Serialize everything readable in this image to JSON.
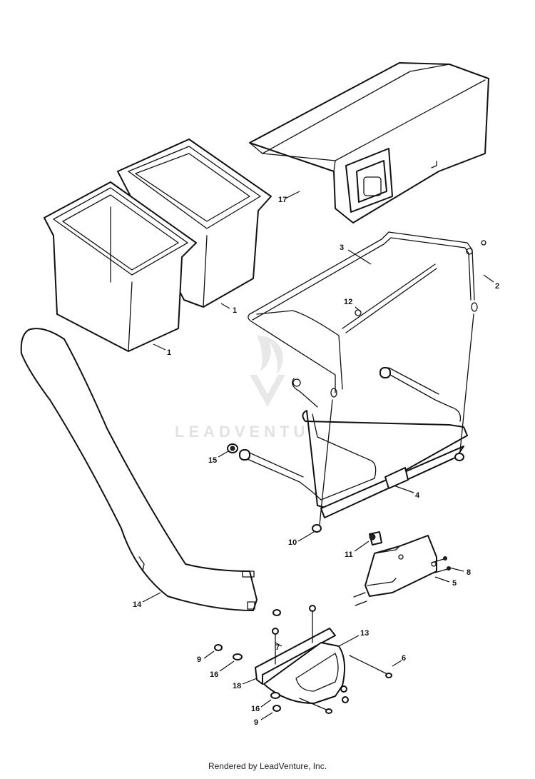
{
  "watermark": {
    "text": "LEADVENTURE",
    "color": "#cfcfcf"
  },
  "footer": {
    "text": "Rendered by LeadVenture, Inc."
  },
  "callouts": {
    "c1a": "1",
    "c1b": "1",
    "c2": "2",
    "c3": "3",
    "c4": "4",
    "c5": "5",
    "c6": "6",
    "c7": "7",
    "c8": "8",
    "c9a": "9",
    "c9b": "9",
    "c10": "10",
    "c11": "11",
    "c12": "12",
    "c13": "13",
    "c14": "14",
    "c15": "15",
    "c16a": "16",
    "c16b": "16",
    "c17": "17",
    "c18": "18"
  }
}
